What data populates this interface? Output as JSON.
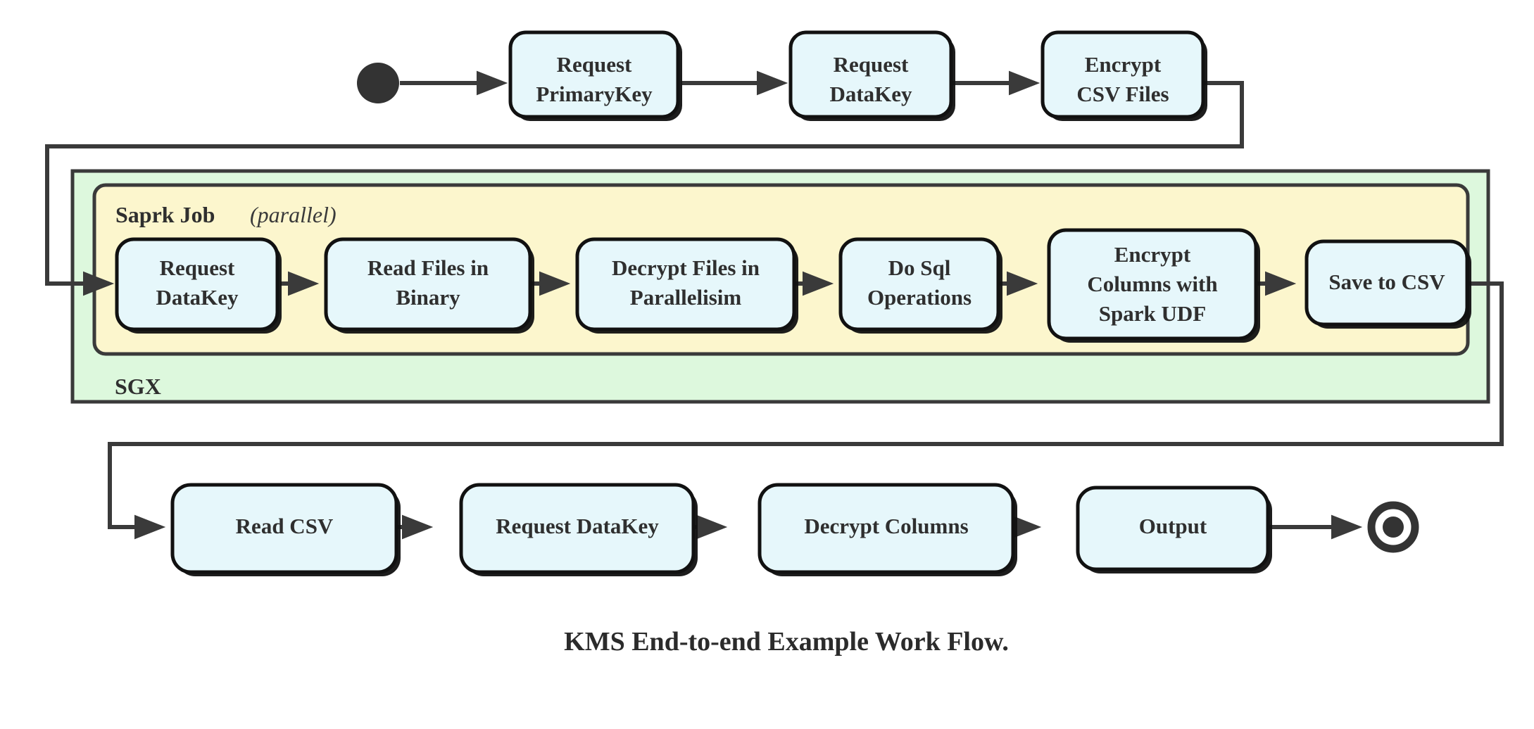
{
  "diagram": {
    "title": "KMS End-to-end Example Work Flow.",
    "colors": {
      "node_fill": "#e6f7fb",
      "node_stroke": "#111111",
      "sgx_fill": "#ddf8dd",
      "spark_fill": "#fcf6cd",
      "panel_stroke": "#3a3a3a",
      "edge": "#3a3a3a",
      "text": "#2f2f2f",
      "terminator": "#333333",
      "background": "#ffffff"
    },
    "start_node": {
      "name": "start-node",
      "shape": "filled-circle"
    },
    "end_node": {
      "name": "end-node",
      "shape": "bullseye-circle"
    },
    "rows": {
      "top": [
        {
          "id": "request-primarykey",
          "lines": [
            "Request",
            "PrimaryKey"
          ]
        },
        {
          "id": "request-datakey-top",
          "lines": [
            "Request",
            "DataKey"
          ]
        },
        {
          "id": "encrypt-csv-files",
          "lines": [
            "Encrypt",
            "CSV Files"
          ]
        }
      ],
      "spark": [
        {
          "id": "request-datakey-spark",
          "lines": [
            "Request",
            "DataKey"
          ]
        },
        {
          "id": "read-files-in-binary",
          "lines": [
            "Read Files in",
            "Binary"
          ]
        },
        {
          "id": "decrypt-files-in-parallelisim",
          "lines": [
            "Decrypt Files in",
            "Parallelisim"
          ]
        },
        {
          "id": "do-sql-operations",
          "lines": [
            "Do Sql",
            "Operations"
          ]
        },
        {
          "id": "encrypt-columns-with-spark-udf",
          "lines": [
            "Encrypt",
            "Columns with",
            "Spark UDF"
          ]
        },
        {
          "id": "save-to-csv",
          "lines": [
            "Save to CSV"
          ]
        }
      ],
      "bottom": [
        {
          "id": "read-csv",
          "lines": [
            "Read CSV"
          ]
        },
        {
          "id": "request-datakey-bottom",
          "lines": [
            "Request DataKey"
          ]
        },
        {
          "id": "decrypt-columns",
          "lines": [
            "Decrypt Columns"
          ]
        },
        {
          "id": "output",
          "lines": [
            "Output"
          ]
        }
      ]
    },
    "panels": {
      "sgx": {
        "label": "SGX"
      },
      "spark": {
        "label_bold": "Saprk Job",
        "label_italic": "(parallel)"
      }
    }
  }
}
